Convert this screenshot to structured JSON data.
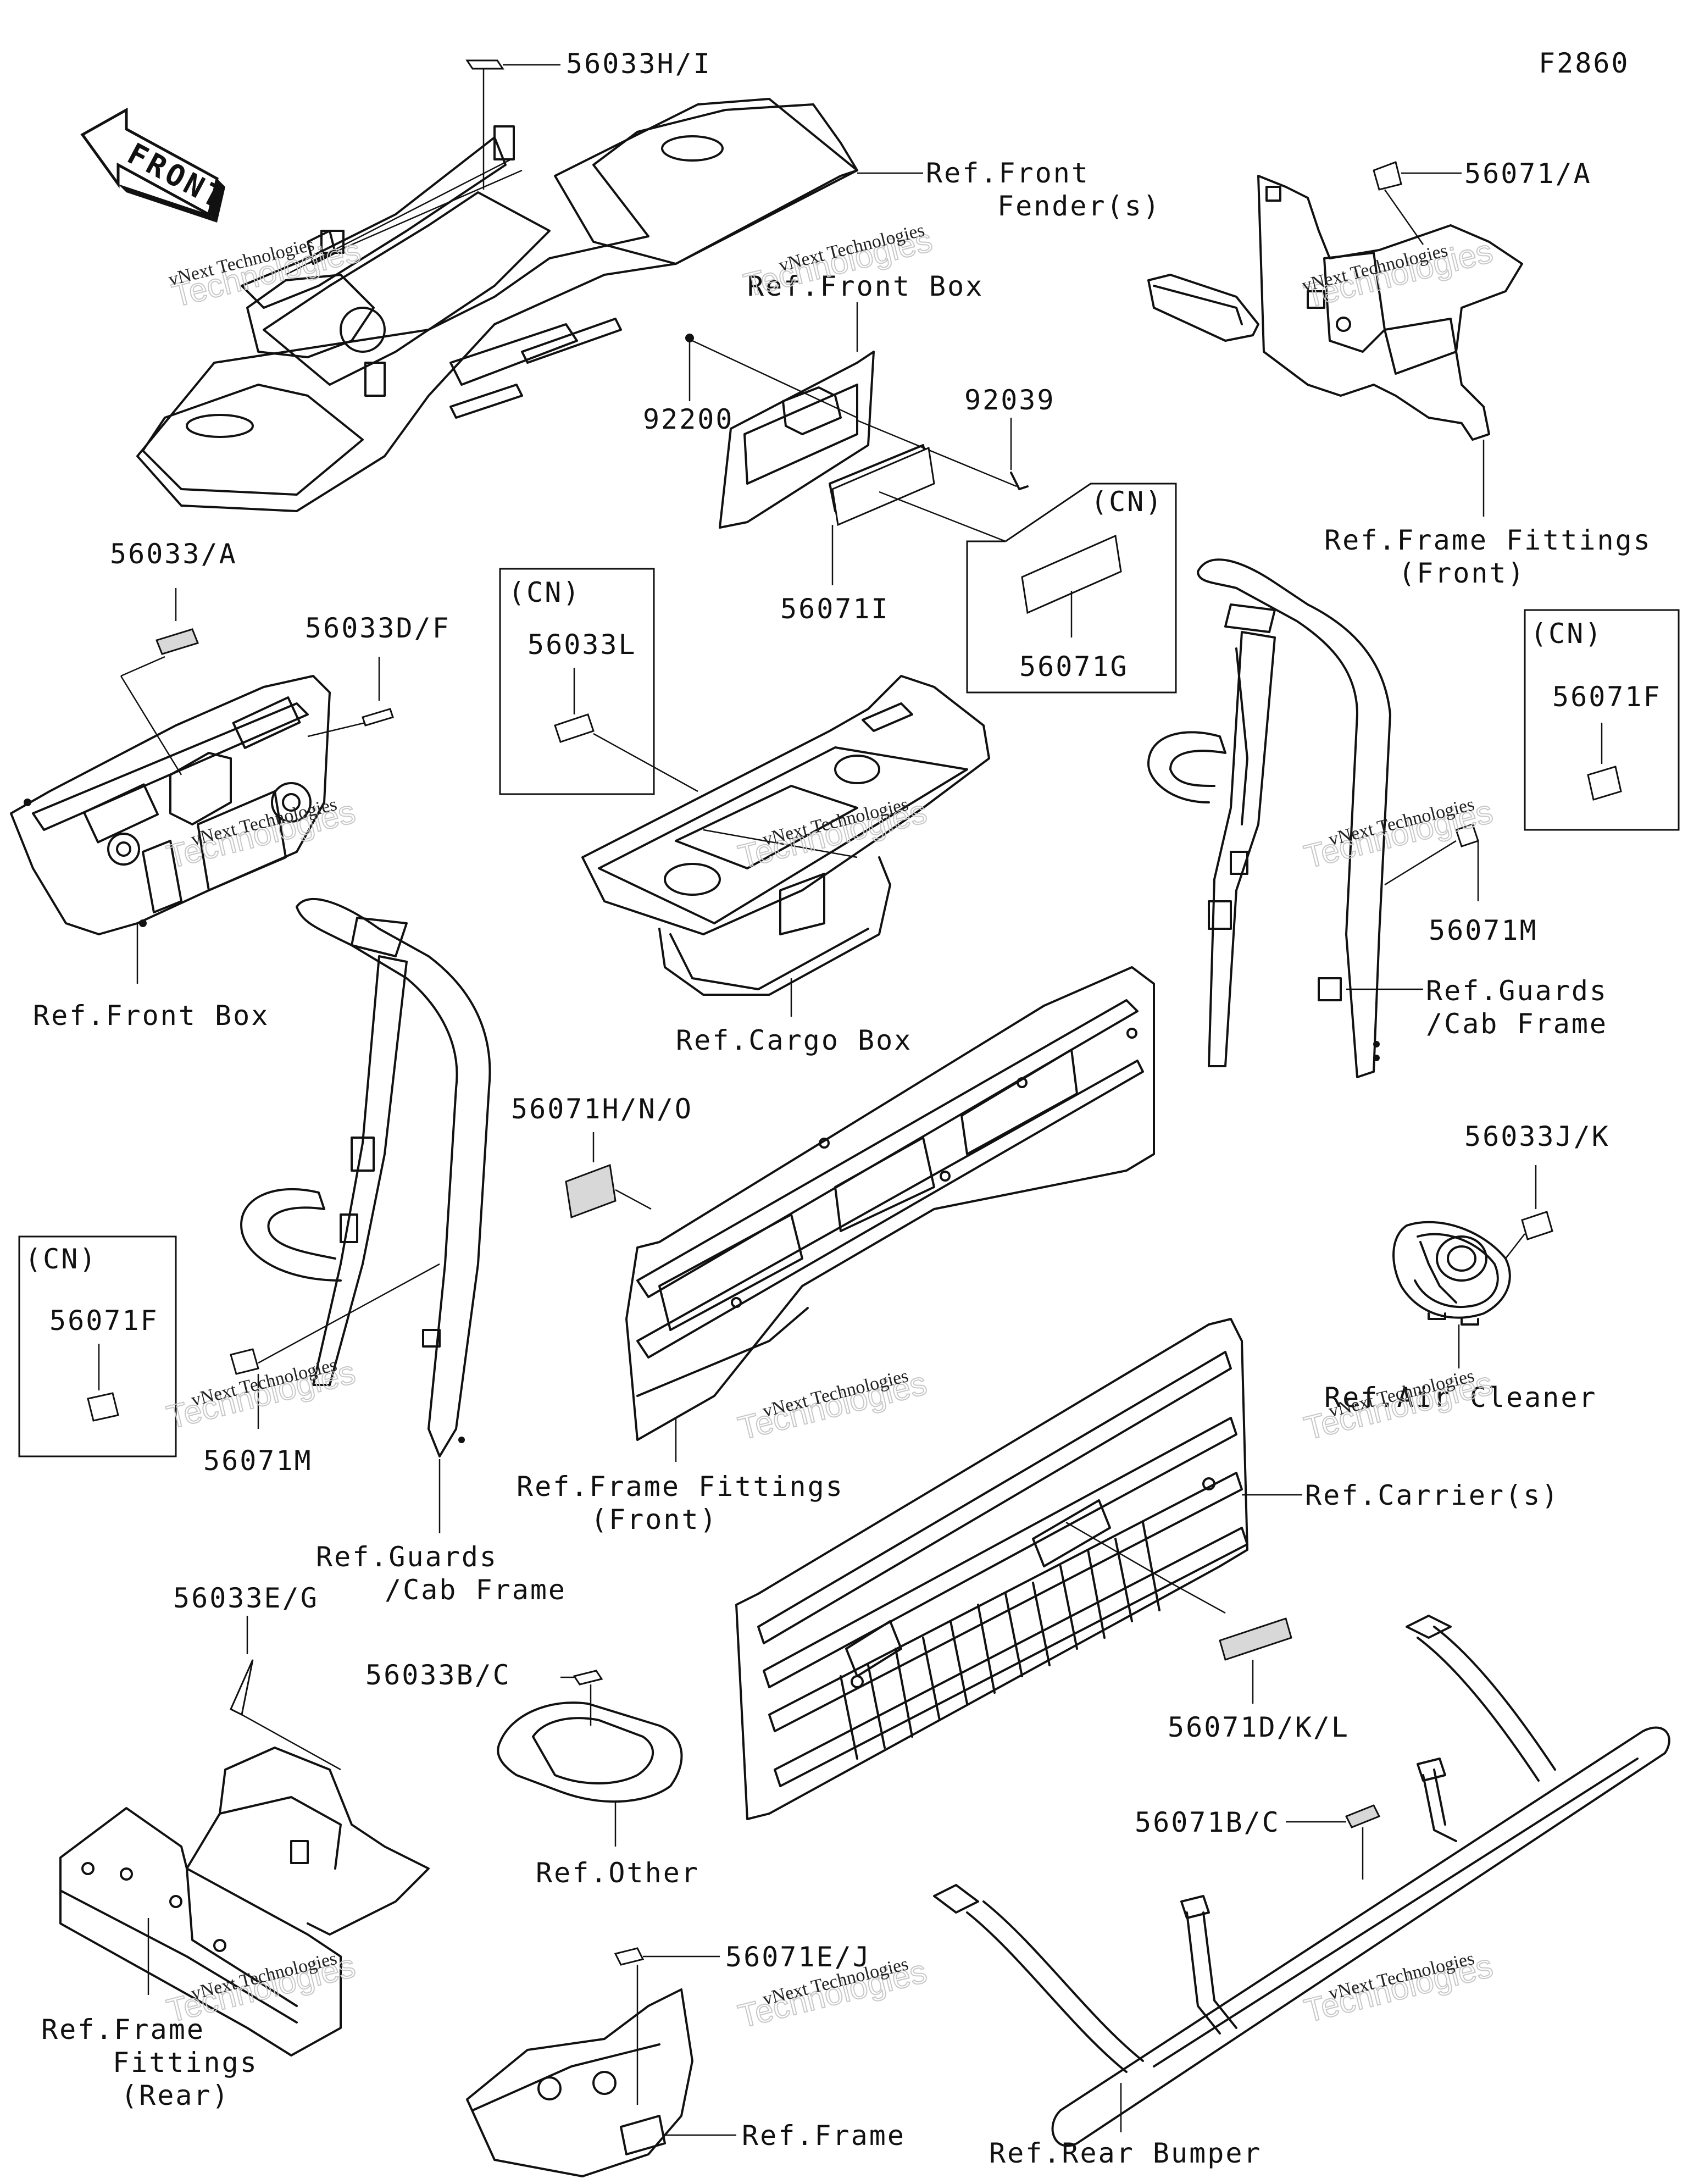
{
  "figure_code": "F2860",
  "front_arrow": "FRONT",
  "cn_tag": "(CN)",
  "parts": {
    "p56033HI": "56033H/I",
    "p56071A": "56071/A",
    "p92200": "92200",
    "p92039": "92039",
    "p56071I": "56071I",
    "p56071G": "56071G",
    "p56033A": "56033/A",
    "p56033DF": "56033D/F",
    "p56033L": "56033L",
    "p56071F_right": "56071F",
    "p56071M_right": "56071M",
    "p56071HNO": "56071H/N/O",
    "p56033JK": "56033J/K",
    "p56071F_left": "56071F",
    "p56071M_left": "56071M",
    "p56033EG": "56033E/G",
    "p56033BC": "56033B/C",
    "p56071DKL": "56071D/K/L",
    "p56071BC": "56071B/C",
    "p56071EJ": "56071E/J"
  },
  "refs": {
    "front_fender_1": "Ref.Front",
    "front_fender_2": "Fender(s)",
    "front_box_top": "Ref.Front Box",
    "frame_fittings_front_r1": "Ref.Frame Fittings",
    "frame_fittings_front_r2": "(Front)",
    "front_box_left": "Ref.Front Box",
    "cargo_box": "Ref.Cargo Box",
    "guards_r1": "Ref.Guards",
    "guards_r2": "/Cab Frame",
    "frame_fittings_center1": "Ref.Frame Fittings",
    "frame_fittings_center2": "(Front)",
    "guards_l1": "Ref.Guards",
    "guards_l2": "/Cab Frame",
    "air_cleaner": "Ref.Air Cleaner",
    "carriers": "Ref.Carrier(s)",
    "other": "Ref.Other",
    "frame_fittings_rear1": "Ref.Frame",
    "frame_fittings_rear2": "Fittings",
    "frame_fittings_rear3": "(Rear)",
    "frame": "Ref.Frame",
    "rear_bumper": "Ref.Rear Bumper"
  },
  "watermark": {
    "line1": "vNext Technologies",
    "line2": "Technologies"
  }
}
